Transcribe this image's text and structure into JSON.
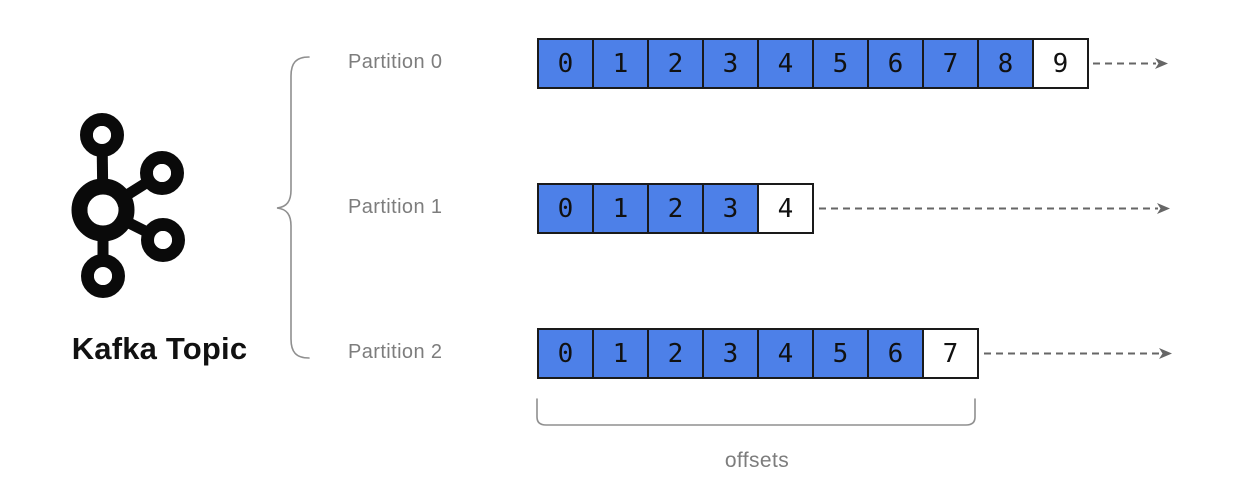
{
  "title": "Kafka Topic",
  "offsets_label": "offsets",
  "icons": {
    "logo": "kafka-logo"
  },
  "partitions": [
    {
      "label": "Partition 0",
      "cells": [
        "0",
        "1",
        "2",
        "3",
        "4",
        "5",
        "6",
        "7",
        "8",
        "9"
      ]
    },
    {
      "label": "Partition 1",
      "cells": [
        "0",
        "1",
        "2",
        "3",
        "4"
      ]
    },
    {
      "label": "Partition 2",
      "cells": [
        "0",
        "1",
        "2",
        "3",
        "4",
        "5",
        "6",
        "7"
      ]
    }
  ],
  "colors": {
    "filled_cell": "#4d80e8",
    "open_cell": "#ffffff",
    "cell_border": "#1a1a1a",
    "label_gray": "#7d7d7d",
    "arrow_gray": "#666666",
    "brace_gray": "#8f8f8f"
  }
}
